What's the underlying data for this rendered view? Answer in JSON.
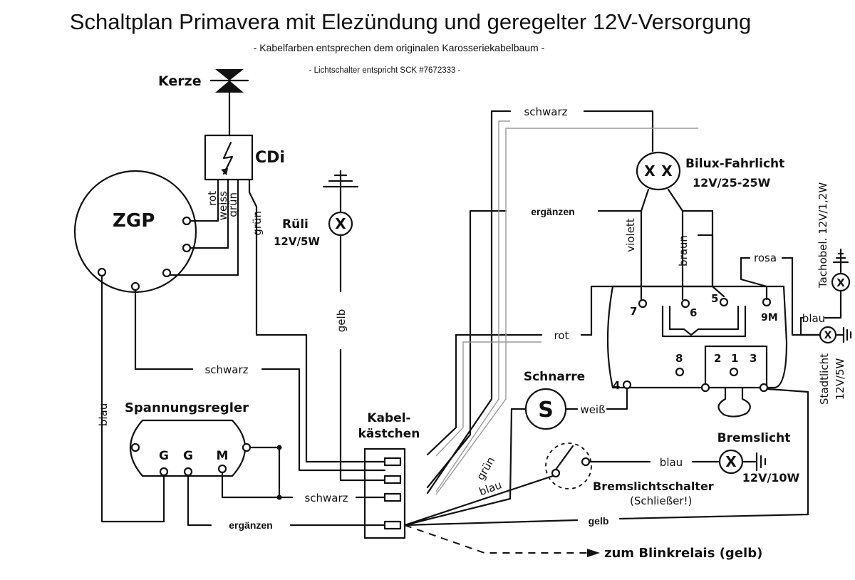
{
  "title": "Schaltplan Primavera mit Elezündung und geregelter 12V-Versorgung",
  "subtitle1": "- Kabelfarben entsprechen dem originalen Karosseriekabelbaum -",
  "subtitle2": "- Lichtschalter entspricht SCK #7672333 -",
  "components": {
    "kerze": "Kerze",
    "cdi": "CDi",
    "zgp": "ZGP",
    "rueli": "Rüli",
    "rueli_rating": "12V/5W",
    "bilux": "Bilux-Fahrlicht",
    "bilux_rating": "12V/25-25W",
    "schnarre": "Schnarre",
    "schnarre_symbol": "S",
    "spannungsregler": "Spannungsregler",
    "kabelkaestchen_1": "Kabel-",
    "kabelkaestchen_2": "kästchen",
    "bremslicht": "Bremslicht",
    "bremslicht_rating": "12V/10W",
    "bremslichtschalter": "Bremslichtschalter",
    "bremslichtschalter_note": "(Schließer!)",
    "tachobel": "Tachobel. 12V/1,2W",
    "stadtlicht": "Stadtlicht",
    "stadtlicht_rating": "12V/5W",
    "zum_blinkrelais": "zum Blinkrelais (gelb)"
  },
  "wire_labels": {
    "rot": "rot",
    "weiss": "weiss",
    "gruen": "grün",
    "gruen_cdi": "grün",
    "schwarz_top": "schwarz",
    "ergaenzen_top": "ergänzen",
    "gelb_rueli": "gelb",
    "violett": "violett",
    "braun": "braun",
    "rosa": "rosa",
    "rot_switch": "rot",
    "blau_left": "blau",
    "schwarz_mid": "schwarz",
    "schwarz_regler": "schwarz",
    "ergaenzen_bottom": "ergänzen",
    "weiss_schnarre": "weiß",
    "gruen_schnarre": "grün",
    "blau_schnarre": "blau",
    "blau_brems": "blau",
    "gelb_bottom": "gelb",
    "blau_tacho": "blau"
  },
  "regler_terminals": [
    "G",
    "G",
    "M"
  ],
  "switch_terminals": {
    "t7": "7",
    "t6": "6",
    "t5": "5",
    "t9m": "9M",
    "t4": "4",
    "t8": "8",
    "t2": "2",
    "t1": "1",
    "t3": "3"
  },
  "lamp_symbol": "X"
}
